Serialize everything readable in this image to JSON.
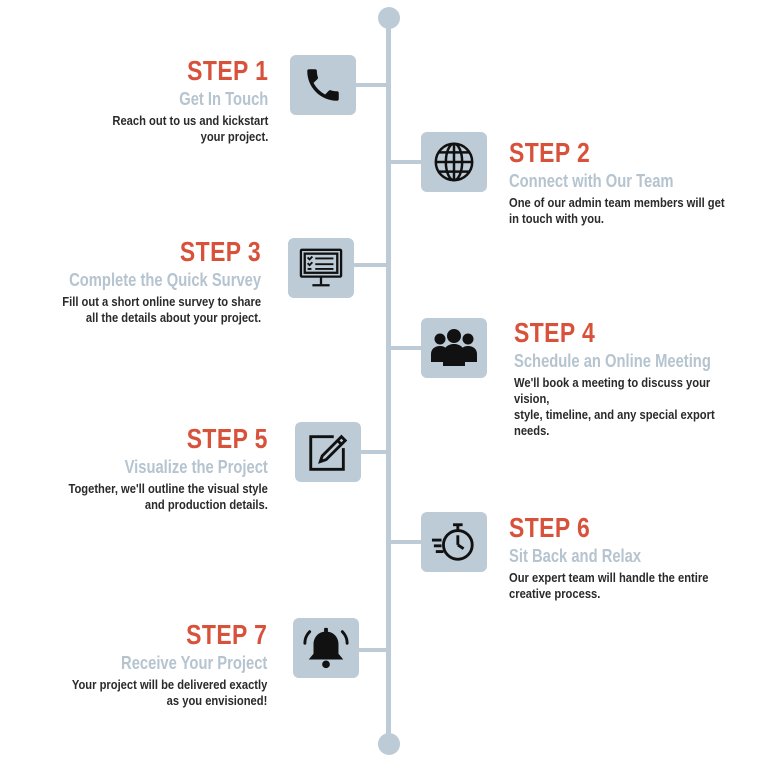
{
  "colors": {
    "accent": "#d8523b",
    "subtitle": "#b5c4cf",
    "timeline": "#bccbd6",
    "text": "#2a2a2a"
  },
  "steps": [
    {
      "title": "STEP 1",
      "subtitle": "Get In Touch",
      "description": "Reach out to us and kickstart\nyour project.",
      "icon": "phone-icon"
    },
    {
      "title": "STEP 2",
      "subtitle": "Connect with Our Team",
      "description": "One of our admin team members will get\nin touch with you.",
      "icon": "globe-icon"
    },
    {
      "title": "STEP 3",
      "subtitle": "Complete the Quick Survey",
      "description": "Fill out a short online survey to share\nall the details about your project.",
      "icon": "survey-monitor-icon"
    },
    {
      "title": "STEP 4",
      "subtitle": "Schedule an Online Meeting",
      "description": "We'll book a meeting to discuss your vision,\nstyle, timeline, and any special export\nneeds.",
      "icon": "team-icon"
    },
    {
      "title": "STEP 5",
      "subtitle": "Visualize the Project",
      "description": "Together, we'll outline the visual style\nand production details.",
      "icon": "edit-icon"
    },
    {
      "title": "STEP 6",
      "subtitle": "Sit Back and Relax",
      "description": "Our expert team will handle the entire\ncreative process.",
      "icon": "stopwatch-icon"
    },
    {
      "title": "STEP 7",
      "subtitle": "Receive Your Project",
      "description": "Your project will be delivered exactly\nas you envisioned!",
      "icon": "bell-icon"
    }
  ]
}
